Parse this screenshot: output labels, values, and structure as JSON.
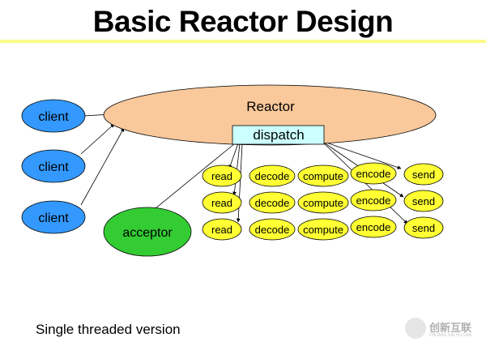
{
  "title": "Basic Reactor Design",
  "reactor": {
    "label": "Reactor",
    "dispatch": "dispatch"
  },
  "clients": [
    "client",
    "client",
    "client"
  ],
  "acceptor": "acceptor",
  "handlers": [
    "read",
    "decode",
    "compute",
    "encode",
    "send"
  ],
  "footer": "Single threaded version",
  "logo": {
    "text": "创新互联",
    "sub": "CHUANG XIN HU LIAN"
  },
  "colors": {
    "title_bar": "#fbfb8c",
    "reactor_fill": "#f9c89b",
    "dispatch_fill": "#ccffff",
    "client_fill": "#3399ff",
    "acceptor_fill": "#33cc33",
    "handler_fill": "#ffff33"
  }
}
